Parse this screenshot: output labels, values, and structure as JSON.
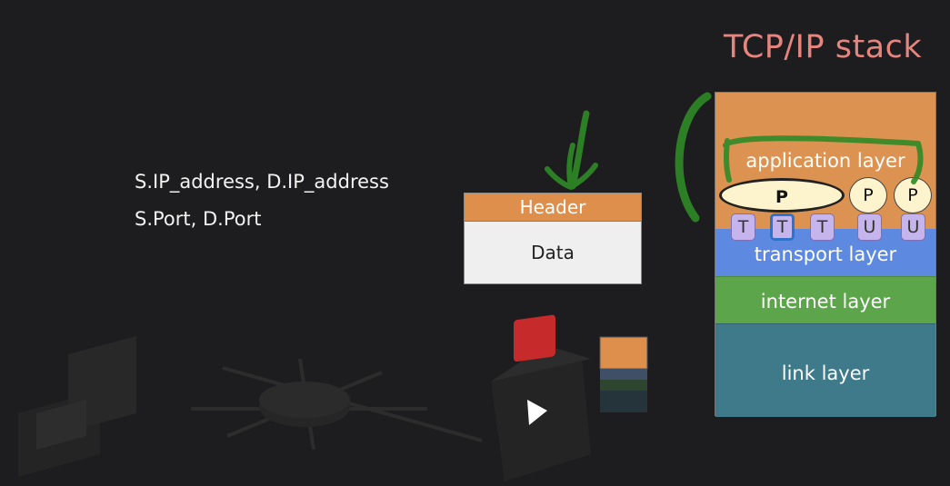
{
  "title": "TCP/IP stack",
  "fields": {
    "line1": "S.IP_address,  D.IP_address",
    "line2": "S.Port,  D.Port"
  },
  "packet": {
    "header": "Header",
    "data": "Data"
  },
  "stack": {
    "layers": [
      {
        "name": "application layer",
        "color": "#dc9251"
      },
      {
        "name": "transport layer",
        "color": "#5d8ae0"
      },
      {
        "name": "internet layer",
        "color": "#5ca54a"
      },
      {
        "name": "link layer",
        "color": "#3e7a8a"
      }
    ],
    "processes": [
      "P",
      "P",
      "P"
    ],
    "ports": [
      "T",
      "T",
      "T",
      "U",
      "U"
    ]
  },
  "annotation_color": "#2f8a26",
  "title_color": "#e6847e"
}
